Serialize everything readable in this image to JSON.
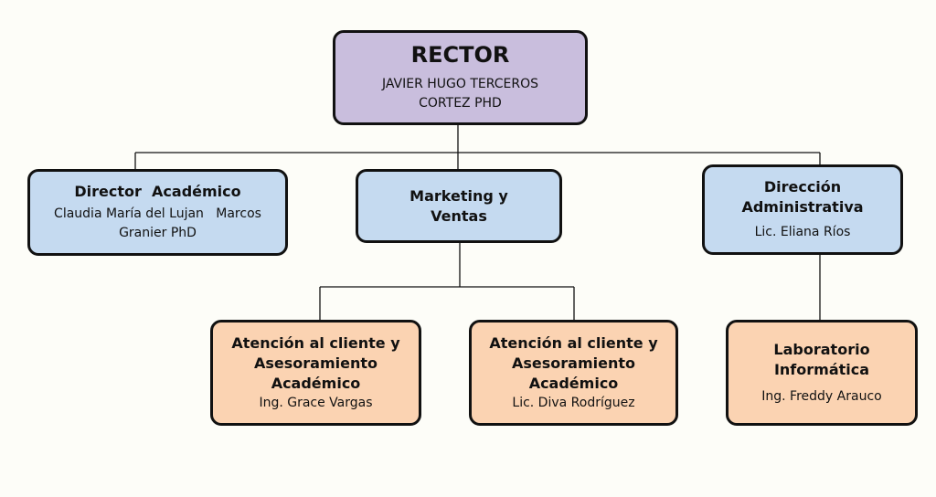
{
  "nodes": {
    "rector": {
      "title": "RECTOR",
      "name_line1": "JAVIER HUGO TERCEROS",
      "name_line2": "CORTEZ PHD"
    },
    "director_academico": {
      "title": "Director  Académico",
      "name_line1": "Claudia María del Lujan   Marcos",
      "name_line2": "Granier PhD"
    },
    "marketing": {
      "title_line1": "Marketing y",
      "title_line2": "Ventas"
    },
    "direccion_administrativa": {
      "title_line1": "Dirección",
      "title_line2": "Administrativa",
      "name": "Lic. Eliana Ríos"
    },
    "atencion_1": {
      "title_line1": "Atención al cliente y",
      "title_line2": "Asesoramiento",
      "title_line3": "Académico",
      "name": "Ing. Grace Vargas"
    },
    "atencion_2": {
      "title_line1": "Atención al cliente y",
      "title_line2": "Asesoramiento",
      "title_line3": "Académico",
      "name": "Lic. Diva Rodríguez"
    },
    "laboratorio": {
      "title_line1": "Laboratorio",
      "title_line2": "Informática",
      "name": "Ing. Freddy Arauco"
    }
  },
  "colors": {
    "rector_fill": "#c9bedd",
    "director_fill": "#c5daf0",
    "staff_fill": "#fbd3b2",
    "line": "#111111"
  }
}
